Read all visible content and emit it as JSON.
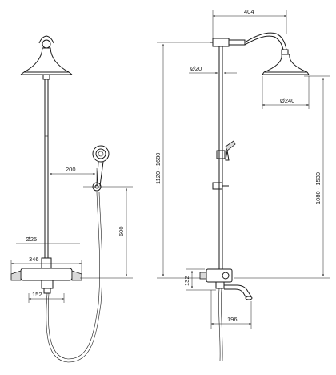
{
  "dimensions": {
    "outlet_offset": "200",
    "handset_height": "600",
    "pipe_diameter": "Ø25",
    "mixer_width": "346",
    "mixer_depth": "152",
    "arm_reach": "404",
    "riser_diameter": "Ø20",
    "head_diameter": "Ø240",
    "total_height": "1120 - 1680",
    "head_height": "1080 - 1530",
    "spout_height": "132",
    "spout_reach": "196"
  }
}
